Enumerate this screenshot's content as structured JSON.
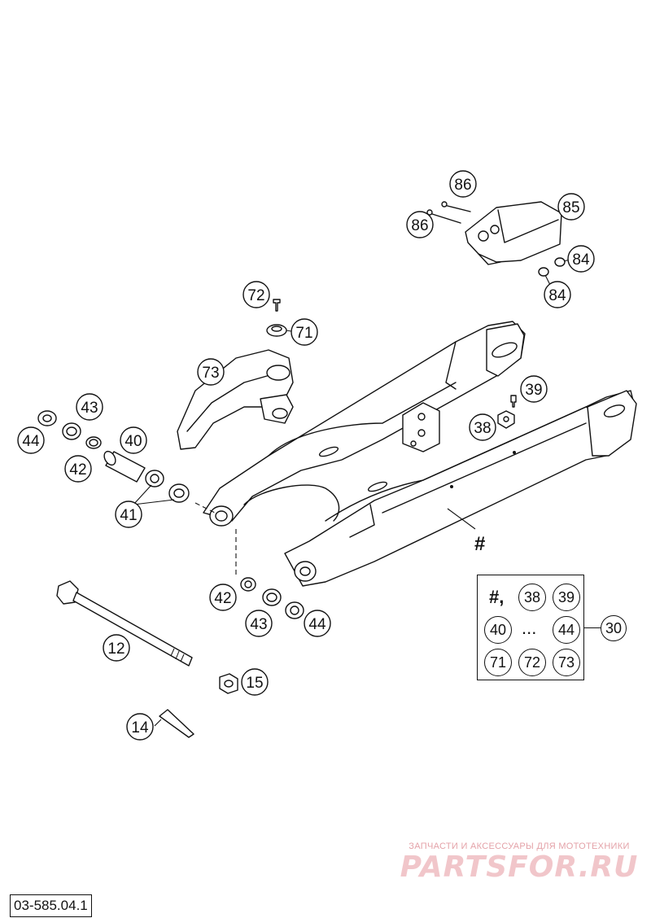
{
  "diagram": {
    "callouts": {
      "c86a": "86",
      "c86b": "86",
      "c85": "85",
      "c84a": "84",
      "c84b": "84",
      "c72": "72",
      "c71": "71",
      "c73": "73",
      "c39": "39",
      "c38": "38",
      "c43a": "43",
      "c44a": "44",
      "c40": "40",
      "c42a": "42",
      "c41": "41",
      "c42b": "42",
      "c43b": "43",
      "c44b": "44",
      "c12": "12",
      "c15": "15",
      "c14": "14"
    },
    "frame_label": "#"
  },
  "kit_box": {
    "row1": [
      "#,",
      "38",
      "39"
    ],
    "row2": [
      "40",
      "...",
      "44"
    ],
    "row3": [
      "71",
      "72",
      "73"
    ],
    "callout": "30"
  },
  "watermark": {
    "subtitle": "ЗАПЧАСТИ И АКСЕССУАРЫ ДЛЯ МОТОТЕХНИКИ",
    "logo": "PARTSFOR.RU"
  },
  "page_code": "03-585.04.1"
}
